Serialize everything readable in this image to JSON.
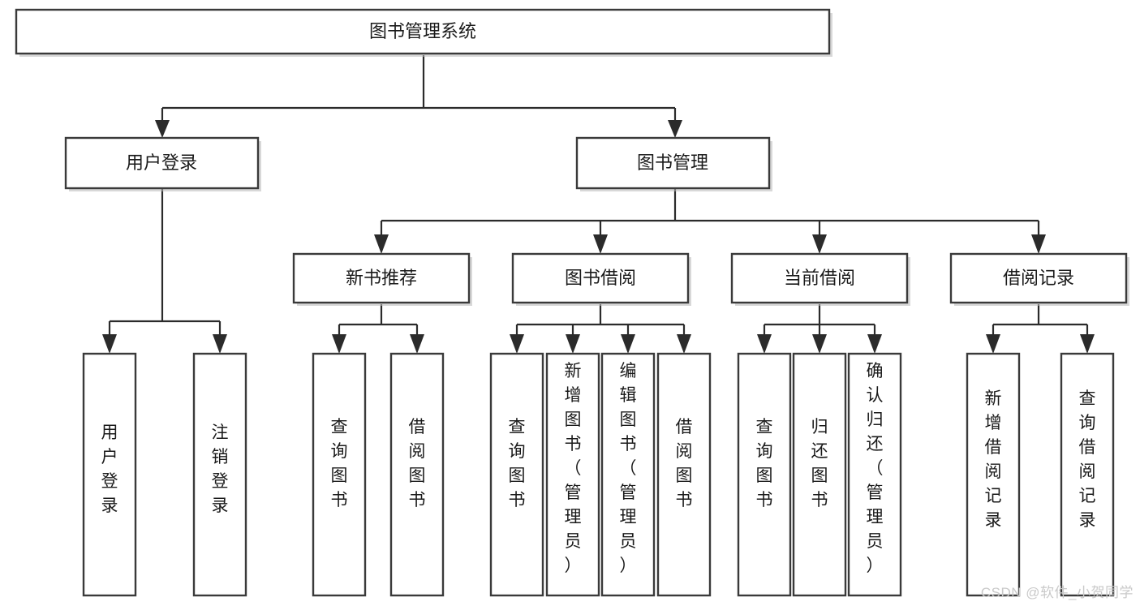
{
  "diagram": {
    "type": "tree-hierarchy",
    "title": "图书管理系统",
    "orientation": "top-down",
    "watermark": "CSDN @软件_小贺同学",
    "colors": {
      "box_fill": "#ffffff",
      "box_stroke": "#3a3a3a",
      "connector": "#2b2b2b",
      "text": "#1a1a1a",
      "watermark": "#c9c9c9"
    },
    "nodes": {
      "root": {
        "label": "图书管理系统",
        "level": 1
      },
      "l2": [
        {
          "label": "用户登录",
          "level": 2
        },
        {
          "label": "图书管理",
          "level": 2
        }
      ],
      "l3": [
        {
          "label": "新书推荐",
          "level": 3
        },
        {
          "label": "图书借阅",
          "level": 3
        },
        {
          "label": "当前借阅",
          "level": 3
        },
        {
          "label": "借阅记录",
          "level": 3
        }
      ],
      "leaves": {
        "user_login": [
          {
            "label": "用户登录",
            "lines": [
              "用",
              "户",
              "登",
              "录"
            ]
          },
          {
            "label": "注销登录",
            "lines": [
              "注",
              "销",
              "登",
              "录"
            ]
          }
        ],
        "new_book_recommend": [
          {
            "label": "查询图书",
            "lines": [
              "查",
              "询",
              "图",
              "书"
            ]
          },
          {
            "label": "借阅图书",
            "lines": [
              "借",
              "阅",
              "图",
              "书"
            ]
          }
        ],
        "book_borrow": [
          {
            "label": "查询图书",
            "lines": [
              "查",
              "询",
              "图",
              "书"
            ]
          },
          {
            "label": "新增图书（管理员）",
            "lines": [
              "新",
              "增",
              "图",
              "书",
              "（",
              "管",
              "理",
              "员",
              "）"
            ]
          },
          {
            "label": "编辑图书（管理员）",
            "lines": [
              "编",
              "辑",
              "图",
              "书",
              "（",
              "管",
              "理",
              "员",
              "）"
            ]
          },
          {
            "label": "借阅图书",
            "lines": [
              "借",
              "阅",
              "图",
              "书"
            ]
          }
        ],
        "current_borrow": [
          {
            "label": "查询图书",
            "lines": [
              "查",
              "询",
              "图",
              "书"
            ]
          },
          {
            "label": "归还图书",
            "lines": [
              "归",
              "还",
              "图",
              "书"
            ]
          },
          {
            "label": "确认归还（管理员）",
            "lines": [
              "确",
              "认",
              "归",
              "还",
              "（",
              "管",
              "理",
              "员",
              "）"
            ]
          }
        ],
        "borrow_record": [
          {
            "label": "新增借阅记录",
            "lines": [
              "新",
              "增",
              "借",
              "阅",
              "记",
              "录"
            ]
          },
          {
            "label": "查询借阅记录",
            "lines": [
              "查",
              "询",
              "借",
              "阅",
              "记",
              "录"
            ]
          }
        ]
      }
    }
  }
}
